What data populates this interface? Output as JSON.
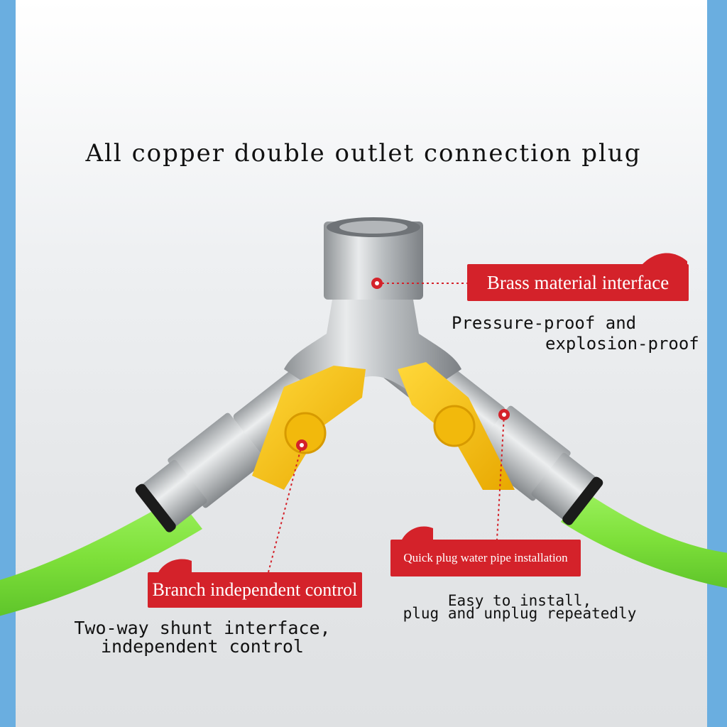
{
  "title": "All copper double outlet connection plug",
  "callouts": {
    "brass": {
      "label": "Brass material interface",
      "note_line1": "Pressure-proof and",
      "note_line2": "explosion-proof"
    },
    "branch": {
      "label": "Branch independent control",
      "note_line1": "Two-way shunt interface,",
      "note_line2": "independent control"
    },
    "quick": {
      "label": "Quick plug water pipe installation",
      "note_line1": "Easy to install,",
      "note_line2": "plug and unplug repeatedly"
    }
  },
  "colors": {
    "border": "#6aaee0",
    "callout_red": "#d4222a",
    "hose_green": "#7ee03a",
    "handle_yellow": "#f5c20f",
    "metal": "#c8cbce"
  }
}
